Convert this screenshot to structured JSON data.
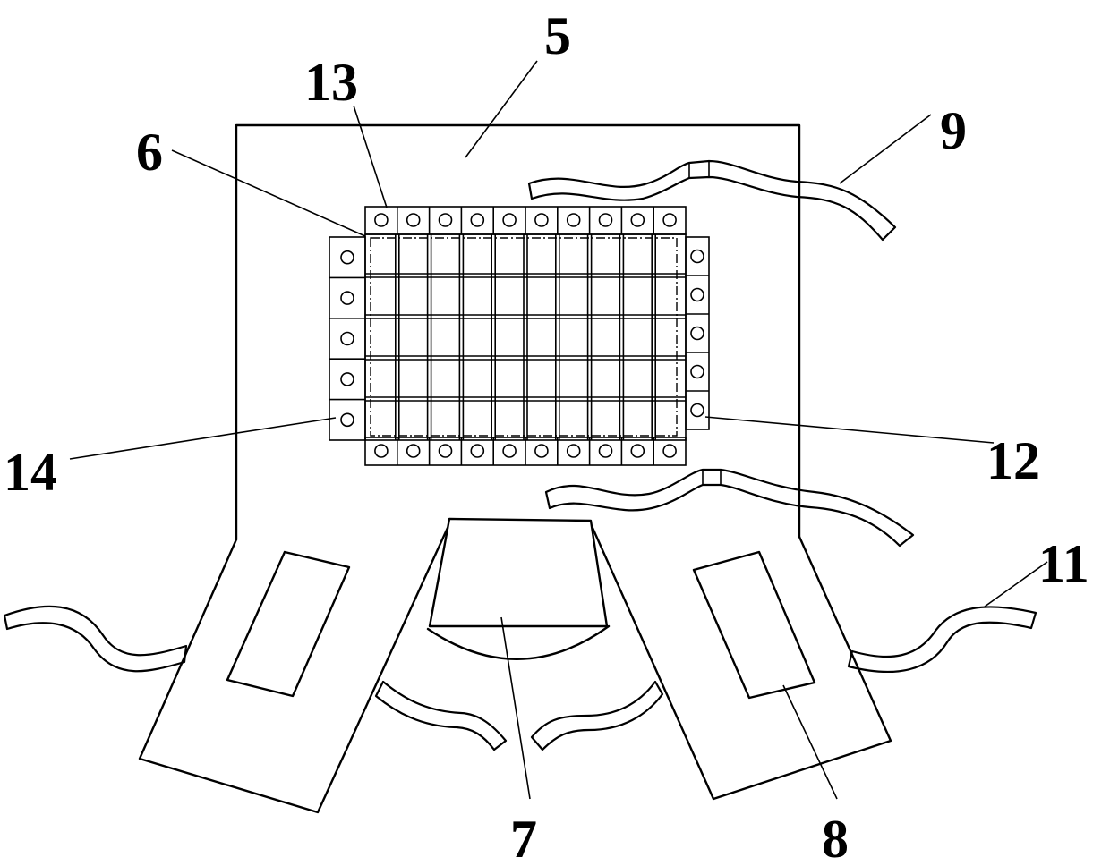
{
  "labels": {
    "l5": "5",
    "l6": "6",
    "l7": "7",
    "l8": "8",
    "l9": "9",
    "l11": "11",
    "l12": "12",
    "l13": "13",
    "l14": "14"
  }
}
